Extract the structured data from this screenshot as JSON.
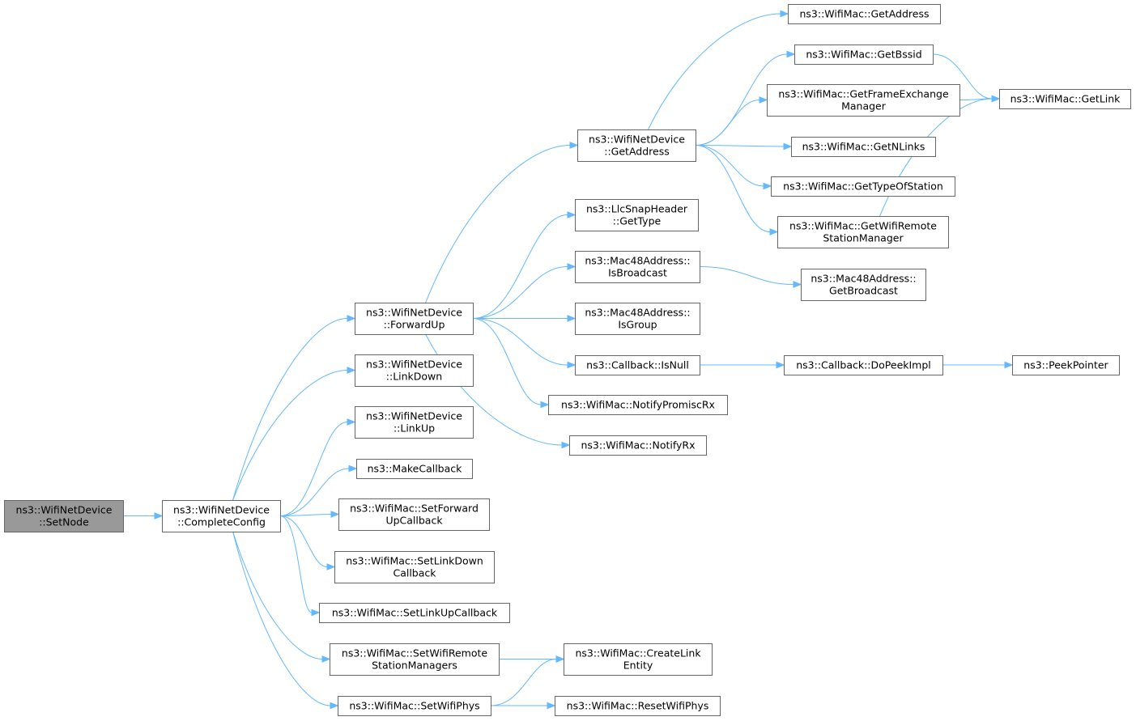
{
  "graph": {
    "nodes": [
      {
        "id": "setnode",
        "lines": [
          "ns3::WifiNetDevice",
          "::SetNode"
        ],
        "root": true
      },
      {
        "id": "completeconfig",
        "lines": [
          "ns3::WifiNetDevice",
          "::CompleteConfig"
        ]
      },
      {
        "id": "forwardup",
        "lines": [
          "ns3::WifiNetDevice",
          "::ForwardUp"
        ]
      },
      {
        "id": "linkdown",
        "lines": [
          "ns3::WifiNetDevice",
          "::LinkDown"
        ]
      },
      {
        "id": "linkup",
        "lines": [
          "ns3::WifiNetDevice",
          "::LinkUp"
        ]
      },
      {
        "id": "makecallback",
        "lines": [
          "ns3::MakeCallback"
        ]
      },
      {
        "id": "setforwardupcallback",
        "lines": [
          "ns3::WifiMac::SetForward",
          "UpCallback"
        ]
      },
      {
        "id": "setlinkdowncallback",
        "lines": [
          "ns3::WifiMac::SetLinkDown",
          "Callback"
        ]
      },
      {
        "id": "setlinkupcallback",
        "lines": [
          "ns3::WifiMac::SetLinkUpCallback"
        ]
      },
      {
        "id": "setwifiremotestationmanagers",
        "lines": [
          "ns3::WifiMac::SetWifiRemote",
          "StationManagers"
        ]
      },
      {
        "id": "setwifiphys",
        "lines": [
          "ns3::WifiMac::SetWifiPhys"
        ]
      },
      {
        "id": "netdevice-getaddress",
        "lines": [
          "ns3::WifiNetDevice",
          "::GetAddress"
        ]
      },
      {
        "id": "llcsnap-gettype",
        "lines": [
          "ns3::LlcSnapHeader",
          "::GetType"
        ]
      },
      {
        "id": "isbroadcast",
        "lines": [
          "ns3::Mac48Address::",
          "IsBroadcast"
        ]
      },
      {
        "id": "isgroup",
        "lines": [
          "ns3::Mac48Address::",
          "IsGroup"
        ]
      },
      {
        "id": "isnull",
        "lines": [
          "ns3::Callback::IsNull"
        ]
      },
      {
        "id": "notifypromiscrx",
        "lines": [
          "ns3::WifiMac::NotifyPromiscRx"
        ]
      },
      {
        "id": "notifyrx",
        "lines": [
          "ns3::WifiMac::NotifyRx"
        ]
      },
      {
        "id": "createlinkentity",
        "lines": [
          "ns3::WifiMac::CreateLink",
          "Entity"
        ]
      },
      {
        "id": "resetwifiphys",
        "lines": [
          "ns3::WifiMac::ResetWifiPhys"
        ]
      },
      {
        "id": "mac-getaddress",
        "lines": [
          "ns3::WifiMac::GetAddress"
        ]
      },
      {
        "id": "getbssid",
        "lines": [
          "ns3::WifiMac::GetBssid"
        ]
      },
      {
        "id": "getframeexchangemanager",
        "lines": [
          "ns3::WifiMac::GetFrameExchange",
          "Manager"
        ]
      },
      {
        "id": "getnlinks",
        "lines": [
          "ns3::WifiMac::GetNLinks"
        ]
      },
      {
        "id": "gettypeofstation",
        "lines": [
          "ns3::WifiMac::GetTypeOfStation"
        ]
      },
      {
        "id": "getwifiremotestationmanager",
        "lines": [
          "ns3::WifiMac::GetWifiRemote",
          "StationManager"
        ]
      },
      {
        "id": "getbroadcast",
        "lines": [
          "ns3::Mac48Address::",
          "GetBroadcast"
        ]
      },
      {
        "id": "dopeekimpl",
        "lines": [
          "ns3::Callback::DoPeekImpl"
        ]
      },
      {
        "id": "getlink",
        "lines": [
          "ns3::WifiMac::GetLink"
        ]
      },
      {
        "id": "peekpointer",
        "lines": [
          "ns3::PeekPointer"
        ]
      }
    ],
    "edges": [
      [
        "setnode",
        "completeconfig"
      ],
      [
        "completeconfig",
        "forwardup"
      ],
      [
        "completeconfig",
        "linkdown"
      ],
      [
        "completeconfig",
        "linkup"
      ],
      [
        "completeconfig",
        "makecallback"
      ],
      [
        "completeconfig",
        "setforwardupcallback"
      ],
      [
        "completeconfig",
        "setlinkdowncallback"
      ],
      [
        "completeconfig",
        "setlinkupcallback"
      ],
      [
        "completeconfig",
        "setwifiremotestationmanagers"
      ],
      [
        "completeconfig",
        "setwifiphys"
      ],
      [
        "forwardup",
        "netdevice-getaddress"
      ],
      [
        "forwardup",
        "llcsnap-gettype"
      ],
      [
        "forwardup",
        "isbroadcast"
      ],
      [
        "forwardup",
        "isgroup"
      ],
      [
        "forwardup",
        "isnull"
      ],
      [
        "forwardup",
        "notifypromiscrx"
      ],
      [
        "forwardup",
        "notifyrx"
      ],
      [
        "setwifiremotestationmanagers",
        "createlinkentity"
      ],
      [
        "setwifiphys",
        "createlinkentity"
      ],
      [
        "setwifiphys",
        "resetwifiphys"
      ],
      [
        "netdevice-getaddress",
        "mac-getaddress"
      ],
      [
        "netdevice-getaddress",
        "getbssid"
      ],
      [
        "netdevice-getaddress",
        "getframeexchangemanager"
      ],
      [
        "netdevice-getaddress",
        "getnlinks"
      ],
      [
        "netdevice-getaddress",
        "gettypeofstation"
      ],
      [
        "netdevice-getaddress",
        "getwifiremotestationmanager"
      ],
      [
        "isbroadcast",
        "getbroadcast"
      ],
      [
        "isnull",
        "dopeekimpl"
      ],
      [
        "getbssid",
        "getlink"
      ],
      [
        "getframeexchangemanager",
        "getlink"
      ],
      [
        "getwifiremotestationmanager",
        "getlink"
      ],
      [
        "dopeekimpl",
        "peekpointer"
      ]
    ]
  },
  "colors": {
    "edge": "#63b8ff",
    "node_border": "#666666",
    "root_fill": "#999999",
    "node_fill": "#ffffff"
  }
}
